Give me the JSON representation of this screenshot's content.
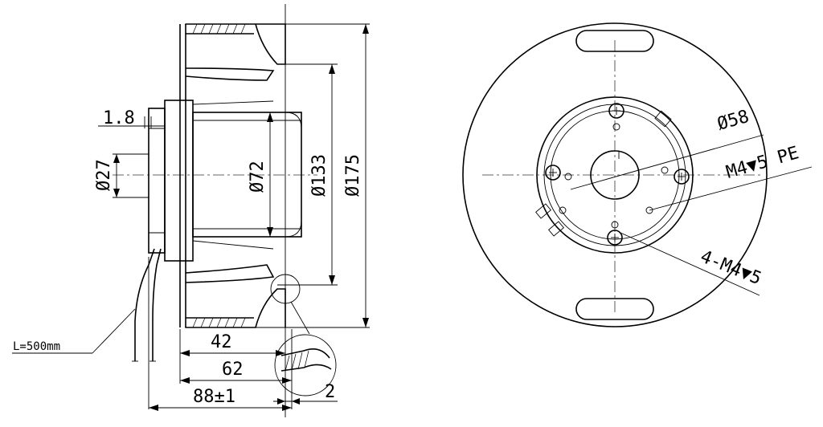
{
  "side_view": {
    "dim_thickness": "1.8",
    "dim_shaft": "Ø27",
    "dim_motor": "Ø72",
    "dim_inlet": "Ø133",
    "dim_outer": "Ø175",
    "dim_42": "42",
    "dim_62": "62",
    "dim_length": "88±1",
    "dim_2": "2",
    "cable_label": "L=500mm"
  },
  "front_view": {
    "dim_bolt_circle": "Ø58",
    "pe_hole": "M4▼5 PE",
    "mount_holes": "4-M4▼5"
  }
}
